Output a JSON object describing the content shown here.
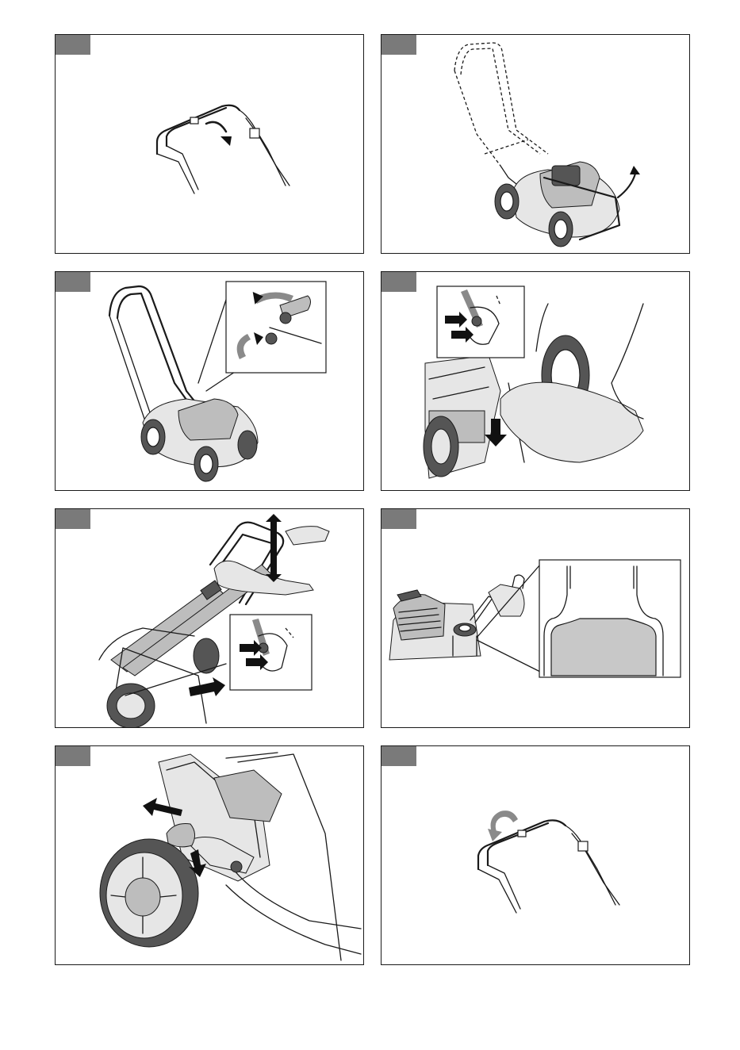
{
  "page": {
    "footer_text": ""
  },
  "panels": [
    {
      "id": "1",
      "label": "",
      "illustration": "handle-bar-fold-icon"
    },
    {
      "id": "2",
      "label": "",
      "illustration": "mower-handle-raise-icon"
    },
    {
      "id": "3",
      "label": "",
      "illustration": "mower-knob-tighten-icon"
    },
    {
      "id": "4",
      "label": "",
      "illustration": "grass-bag-attach-icon"
    },
    {
      "id": "5",
      "label": "",
      "illustration": "handle-height-adjust-icon"
    },
    {
      "id": "6",
      "label": "",
      "illustration": "oil-fill-icon"
    },
    {
      "id": "7",
      "label": "",
      "illustration": "cutting-height-lever-icon"
    },
    {
      "id": "8",
      "label": "",
      "illustration": "handle-bar-release-icon"
    }
  ],
  "colors": {
    "tab": "#7a7a7a",
    "border": "#1a1a1a",
    "oil": "#c8c8c8"
  }
}
